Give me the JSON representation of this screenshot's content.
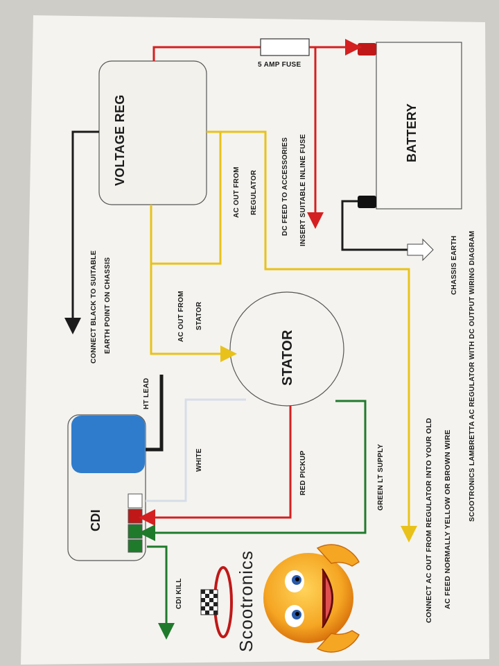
{
  "labels": {
    "voltage_reg": "VOLTAGE REG",
    "battery": "BATTERY",
    "stator": "STATOR",
    "cdi": "CDI",
    "fuse": "5 AMP FUSE",
    "dc_feed_line1": "DC FEED TO ACCESSORIES",
    "dc_feed_line2": "INSERT SUITABLE INLINE FUSE",
    "ac_out_reg_line1": "AC OUT FROM",
    "ac_out_reg_line2": "REGULATOR",
    "ac_out_stator_line1": "AC OUT FROM",
    "ac_out_stator_line2": "STATOR",
    "earth_line1": "CONNECT BLACK TO SUITABLE",
    "earth_line2": "EARTH POINT ON CHASSIS",
    "chassis_earth": "CHASSIS EARTH",
    "ht_lead": "HT LEAD",
    "white": "WHITE",
    "red_pickup": "RED PICKUP",
    "green_lt": "GREEN LT SUPPLY",
    "cdi_kill": "CDI KILL",
    "connect_line1": "CONNECT AC OUT FROM REGULATOR INTO YOUR OLD",
    "connect_line2": "AC FEED NORMALLY YELLOW OR BROWN WIRE",
    "footer": "SCOOTRONICS LAMBRETTA AC REGULATOR WITH DC OUTPUT WIRING DIAGRAM",
    "logo": "Scootronics"
  },
  "colors": {
    "paper": "#f4f3ef",
    "wire_red": "#d42020",
    "wire_yellow": "#e8c21a",
    "wire_black": "#1b1b1b",
    "wire_green": "#1f7a2c",
    "wire_white": "#e2e6ee",
    "cdi_blue": "#2f7ccc",
    "emoji": "#f5a623"
  }
}
